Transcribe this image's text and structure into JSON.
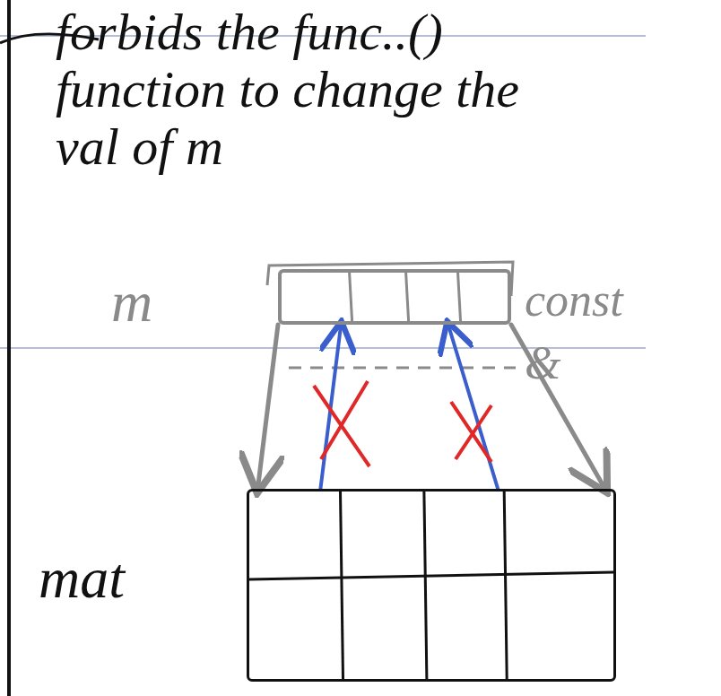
{
  "diagram": {
    "nodes": [
      {
        "text": [
          "m"
        ]
      },
      {
        "text": [
          "mat"
        ]
      }
    ],
    "edges": [
      {
        "from": 0,
        "to": 1,
        "arrow": "to"
      },
      {
        "from": 0,
        "to": 1,
        "arrow": "to"
      },
      {
        "from": 1,
        "to": 0,
        "arrow": "to"
      },
      {
        "from": 1,
        "to": 0,
        "arrow": "to"
      }
    ],
    "labels": [
      "forbids the func..() function to change the val of m",
      "const &"
    ]
  }
}
